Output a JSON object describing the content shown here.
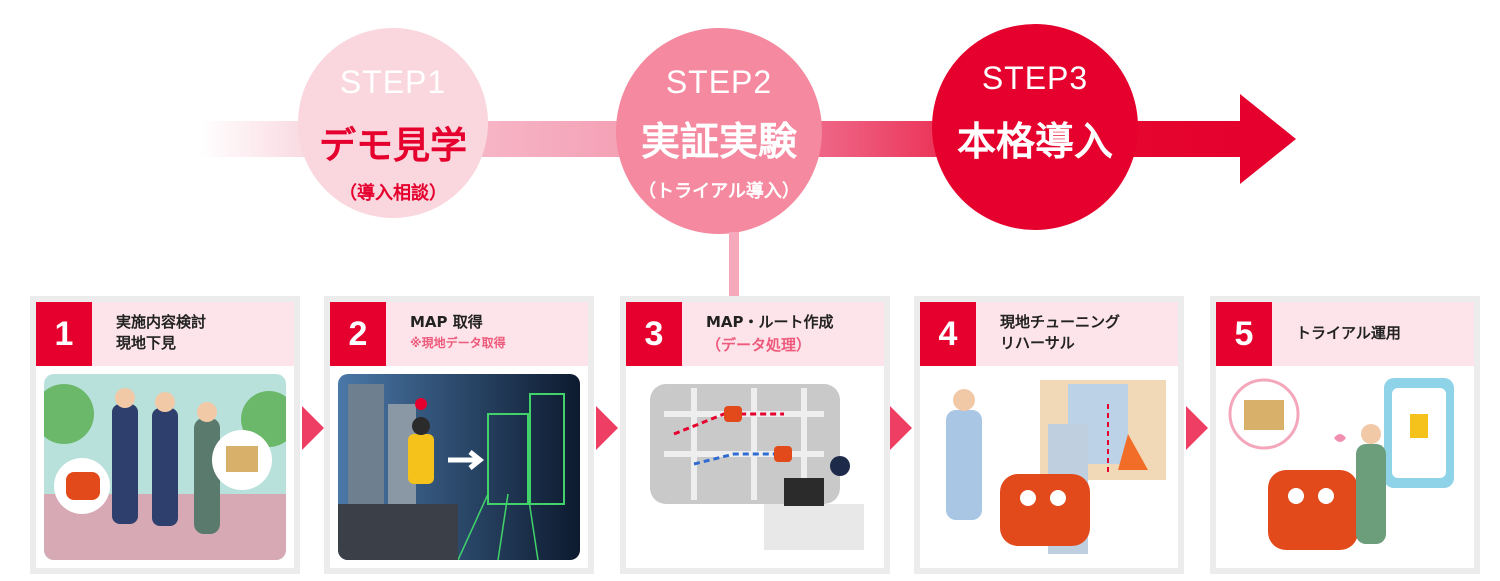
{
  "steps": [
    {
      "label": "STEP1",
      "title": "デモ見学",
      "sub": "（導入相談）"
    },
    {
      "label": "STEP2",
      "title": "実証実験",
      "sub": "（トライアル導入）"
    },
    {
      "label": "STEP3",
      "title": "本格導入",
      "sub": ""
    }
  ],
  "cards": [
    {
      "num": "1",
      "title": "実施内容検討\n現地下見",
      "sub": ""
    },
    {
      "num": "2",
      "title": "MAP 取得",
      "sub": "※現地データ取得"
    },
    {
      "num": "3",
      "title": "MAP・ルート作成",
      "sub": "（データ処理）"
    },
    {
      "num": "4",
      "title": "現地チューニング\nリハーサル",
      "sub": ""
    },
    {
      "num": "5",
      "title": "トライアル運用",
      "sub": ""
    }
  ],
  "colors": {
    "accent": "#e5002d",
    "pink_light": "#fad6de",
    "pink_mid": "#f4899f"
  }
}
